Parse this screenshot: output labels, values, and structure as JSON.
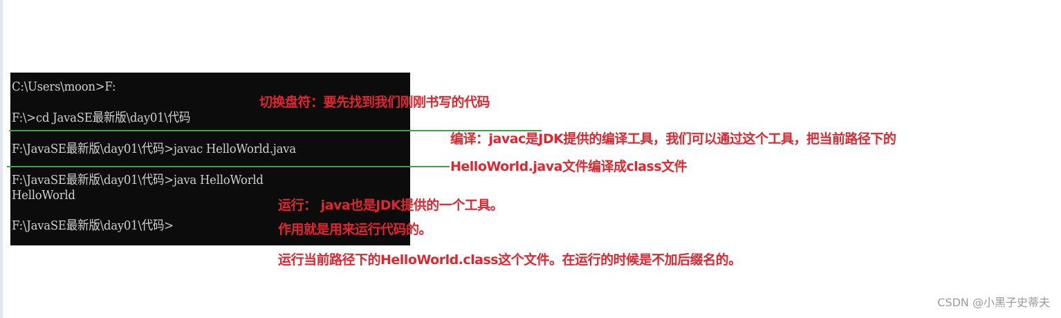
{
  "terminal": {
    "background": "#0c0c0c",
    "text_color": "#cfcfcf",
    "lines": [
      "C:\\Users\\moon>F:",
      "F:\\>cd JavaSE最新版\\day01\\代码",
      "F:\\JavaSE最新版\\day01\\代码>javac HelloWorld.java",
      "F:\\JavaSE最新版\\day01\\代码>java HelloWorld",
      "HelloWorld",
      "F:\\JavaSE最新版\\day01\\代码>"
    ]
  },
  "annotations": {
    "color": "#e0262f",
    "switch_drive": "切换盘符：要先找到我们刚刚书写的代码",
    "compile_line1": "编译：javac是JDK提供的编译工具，我们可以通过这个工具，把当前路径下的",
    "compile_line2": "HelloWorld.java文件编译成class文件",
    "run_line1": "运行：  java也是JDK提供的一个工具。",
    "run_line2": "作用就是用来运行代码的。",
    "run_line3": "运行当前路径下的HelloWorld.class这个文件。在运行的时候是不加后缀名的。"
  },
  "marker_color": "#3aa34a",
  "watermark": "CSDN @小黑子史蒂夫"
}
